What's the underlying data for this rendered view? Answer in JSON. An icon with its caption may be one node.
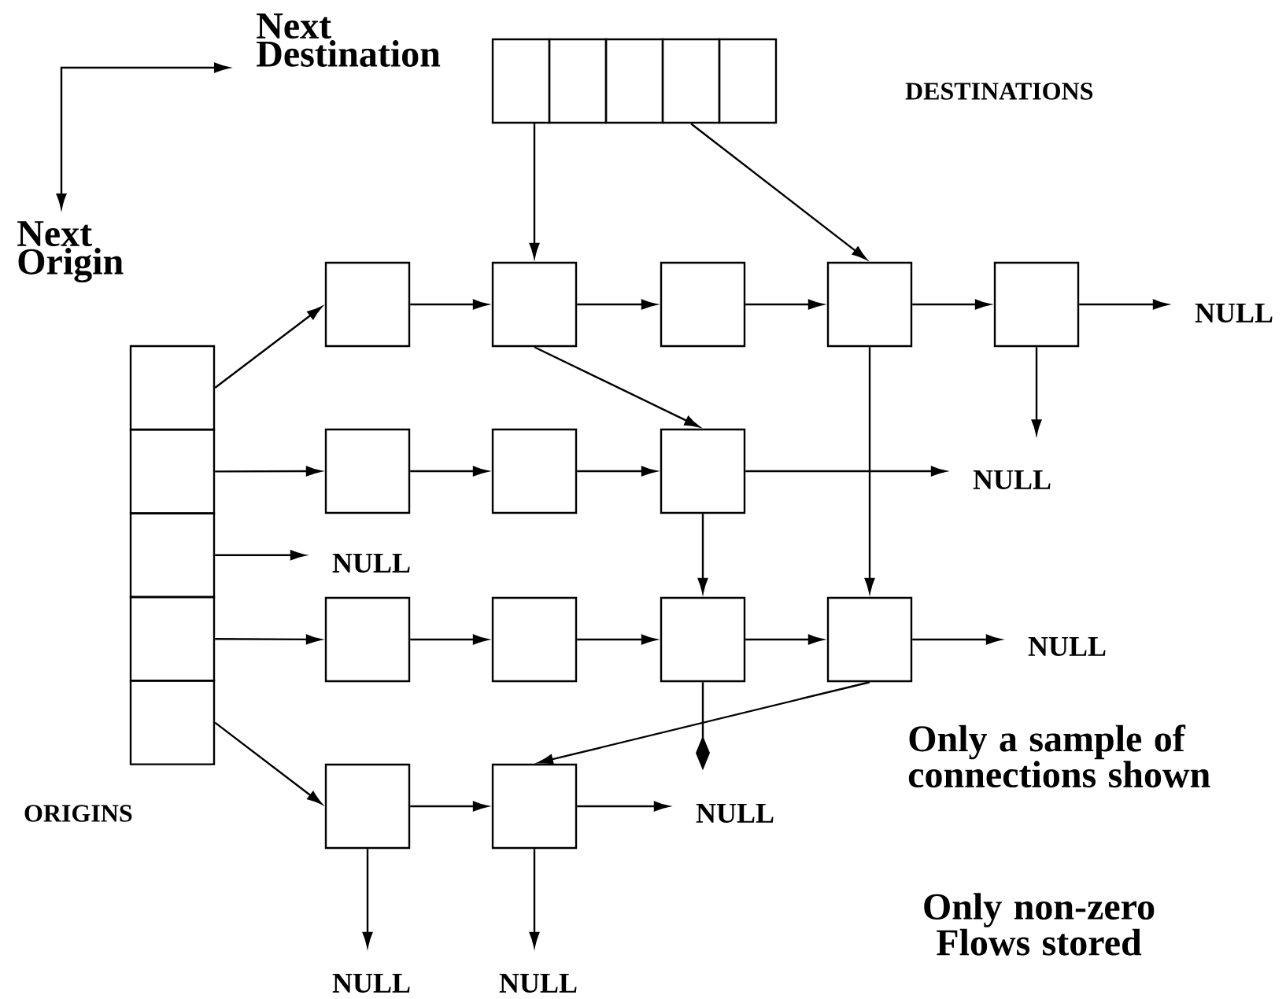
{
  "diagram": {
    "nodes": [
      {
        "text": [],
        "shape": "box"
      },
      {
        "text": [],
        "shape": "box"
      },
      {
        "text": [],
        "shape": "box"
      },
      {
        "text": [],
        "shape": "box"
      },
      {
        "text": [],
        "shape": "box"
      },
      {
        "text": [],
        "shape": "box"
      },
      {
        "text": [],
        "shape": "box"
      },
      {
        "text": [],
        "shape": "box"
      },
      {
        "text": [],
        "shape": "box"
      },
      {
        "text": [],
        "shape": "box"
      },
      {
        "text": [],
        "shape": "box"
      },
      {
        "text": [],
        "shape": "box"
      },
      {
        "text": [],
        "shape": "box"
      },
      {
        "text": [],
        "shape": "box"
      },
      {
        "text": [],
        "shape": "box"
      },
      {
        "text": [
          "NULL"
        ]
      },
      {
        "text": [],
        "shape": "box"
      },
      {
        "text": [],
        "shape": "box"
      },
      {
        "text": [],
        "shape": "box"
      },
      {
        "text": [
          "NULL"
        ]
      },
      {
        "text": [
          "NULL"
        ]
      },
      {
        "text": [],
        "shape": "box"
      },
      {
        "text": [],
        "shape": "box"
      },
      {
        "text": [],
        "shape": "box"
      },
      {
        "text": [],
        "shape": "box"
      },
      {
        "text": [
          "NULL"
        ]
      },
      {
        "text": [],
        "shape": "box"
      },
      {
        "text": [],
        "shape": "box"
      },
      {
        "text": [
          "NULL"
        ]
      },
      {
        "text": [
          "NULL"
        ]
      },
      {
        "text": [
          "NULL"
        ]
      }
    ],
    "edges": [
      {
        "from": 0,
        "to": 11,
        "arrow": "to"
      },
      {
        "from": 3,
        "to": 13,
        "arrow": "to"
      },
      {
        "from": 5,
        "to": 10,
        "arrow": "to"
      },
      {
        "from": 10,
        "to": 11,
        "arrow": "to"
      },
      {
        "from": 11,
        "to": 12,
        "arrow": "to"
      },
      {
        "from": 12,
        "to": 13,
        "arrow": "to"
      },
      {
        "from": 13,
        "to": 14,
        "arrow": "to"
      },
      {
        "from": 14,
        "to": 15,
        "arrow": "to"
      },
      {
        "from": 14,
        "to": null,
        "arrow": "to"
      },
      {
        "from": 11,
        "to": 18,
        "arrow": "to"
      },
      {
        "from": 6,
        "to": 16,
        "arrow": "to"
      },
      {
        "from": 16,
        "to": 17,
        "arrow": "to"
      },
      {
        "from": 17,
        "to": 18,
        "arrow": "to"
      },
      {
        "from": 18,
        "to": 19,
        "arrow": "to"
      },
      {
        "from": 13,
        "to": 24,
        "arrow": "to"
      },
      {
        "from": 18,
        "to": 23,
        "arrow": "to"
      },
      {
        "from": 7,
        "to": 20,
        "arrow": "to"
      },
      {
        "from": 8,
        "to": 21,
        "arrow": "to"
      },
      {
        "from": 21,
        "to": 22,
        "arrow": "to"
      },
      {
        "from": 22,
        "to": 23,
        "arrow": "to"
      },
      {
        "from": 23,
        "to": 24,
        "arrow": "to"
      },
      {
        "from": 24,
        "to": 25,
        "arrow": "to"
      },
      {
        "from": 24,
        "to": 27,
        "arrow": "to"
      },
      {
        "from": 23,
        "to": null,
        "arrow": "other"
      },
      {
        "from": 9,
        "to": 26,
        "arrow": "to"
      },
      {
        "from": 26,
        "to": 27,
        "arrow": "to"
      },
      {
        "from": 27,
        "to": 28,
        "arrow": "to"
      },
      {
        "from": 26,
        "to": 29,
        "arrow": "to"
      },
      {
        "from": 27,
        "to": 30,
        "arrow": "to"
      }
    ],
    "labels": [
      "Next Destination",
      "DESTINATIONS",
      "Next Origin",
      "ORIGINS",
      "Only a sample of connections shown",
      "Only non-zero Flows stored"
    ]
  }
}
